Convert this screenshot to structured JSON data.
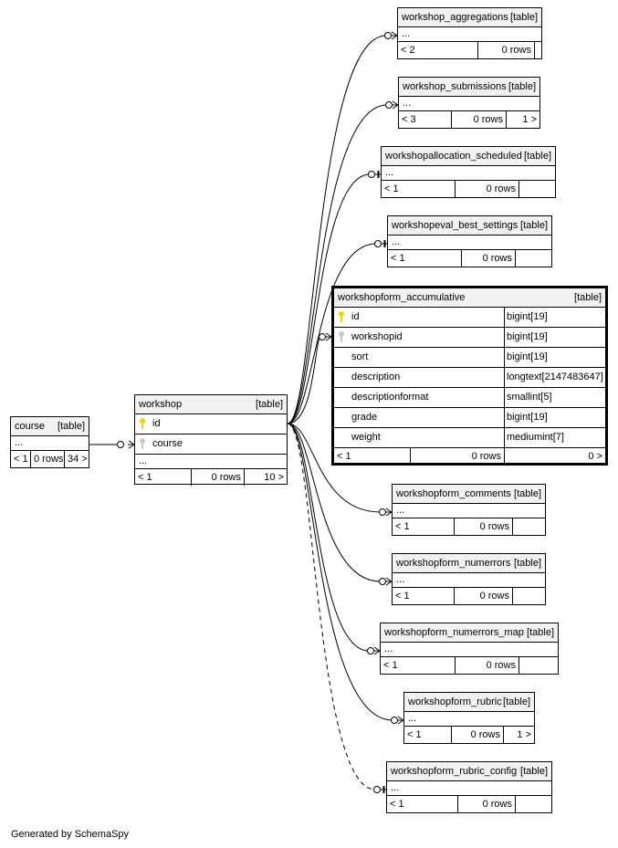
{
  "footer_text": "Generated by SchemaSpy",
  "table_tag": "[table]",
  "course": {
    "name": "course",
    "rows": [
      "..."
    ],
    "footer": [
      "< 1",
      "0 rows",
      "34 >"
    ]
  },
  "workshop": {
    "name": "workshop",
    "columns": [
      {
        "name": "id",
        "key": "primary-key-icon"
      },
      {
        "name": "course",
        "key": "foreign-key-icon"
      }
    ],
    "more": "...",
    "footer": [
      "< 1",
      "0 rows",
      "10 >"
    ]
  },
  "focus": {
    "name": "workshopform_accumulative",
    "columns": [
      {
        "name": "id",
        "type": "bigint[19]",
        "key": "primary-key-icon"
      },
      {
        "name": "workshopid",
        "type": "bigint[19]",
        "key": "foreign-key-icon"
      },
      {
        "name": "sort",
        "type": "bigint[19]"
      },
      {
        "name": "description",
        "type": "longtext[2147483647]"
      },
      {
        "name": "descriptionformat",
        "type": "smallint[5]"
      },
      {
        "name": "grade",
        "type": "bigint[19]"
      },
      {
        "name": "weight",
        "type": "mediumint[7]"
      }
    ],
    "footer": [
      "< 1",
      "0 rows",
      "0 >"
    ]
  },
  "children": [
    {
      "name": "workshop_aggregations",
      "more": "...",
      "footer": [
        "< 2",
        "0 rows",
        ""
      ]
    },
    {
      "name": "workshop_submissions",
      "more": "...",
      "footer": [
        "< 3",
        "0 rows",
        "1 >"
      ]
    },
    {
      "name": "workshopallocation_scheduled",
      "more": "...",
      "footer": [
        "< 1",
        "0 rows",
        ""
      ]
    },
    {
      "name": "workshopeval_best_settings",
      "more": "...",
      "footer": [
        "< 1",
        "0 rows",
        ""
      ]
    },
    {
      "name": "workshopform_comments",
      "more": "...",
      "footer": [
        "< 1",
        "0 rows",
        ""
      ]
    },
    {
      "name": "workshopform_numerrors",
      "more": "...",
      "footer": [
        "< 1",
        "0 rows",
        ""
      ]
    },
    {
      "name": "workshopform_numerrors_map",
      "more": "...",
      "footer": [
        "< 1",
        "0 rows",
        ""
      ]
    },
    {
      "name": "workshopform_rubric",
      "more": "...",
      "footer": [
        "< 1",
        "0 rows",
        "1 >"
      ]
    },
    {
      "name": "workshopform_rubric_config",
      "more": "...",
      "footer": [
        "< 1",
        "0 rows",
        ""
      ]
    }
  ]
}
